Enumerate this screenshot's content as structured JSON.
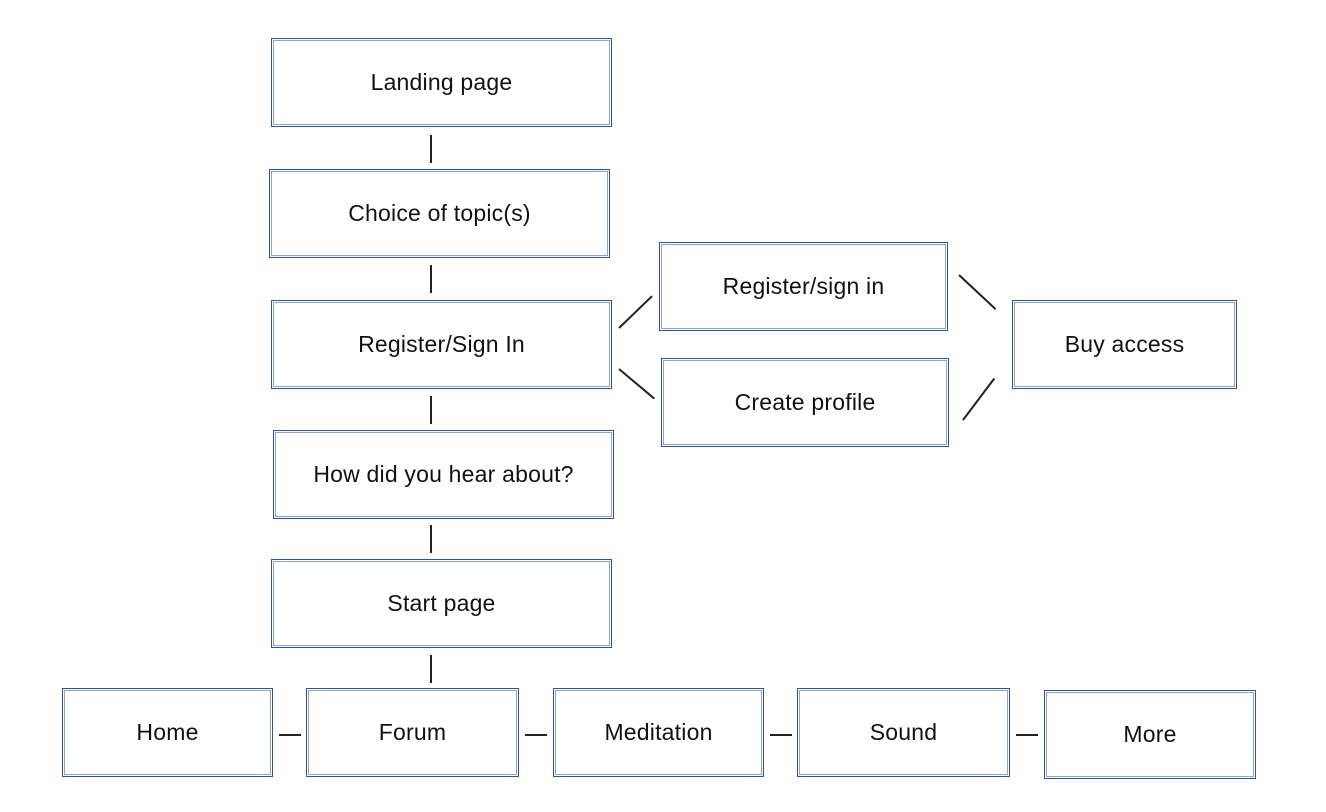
{
  "diagram": {
    "nodes": {
      "landing": "Landing page",
      "topic": "Choice of topic(s)",
      "register": "Register/Sign In",
      "hear": "How did you hear about?",
      "start": "Start page",
      "register_sign_in": "Register/sign in",
      "create_profile": "Create profile",
      "buy_access": "Buy access",
      "home": "Home",
      "forum": "Forum",
      "meditation": "Meditation",
      "sound": "Sound",
      "more": "More"
    }
  },
  "colors": {
    "box_border": "#2f5597",
    "connector": "#222222",
    "text": "#111111",
    "background": "#ffffff"
  }
}
